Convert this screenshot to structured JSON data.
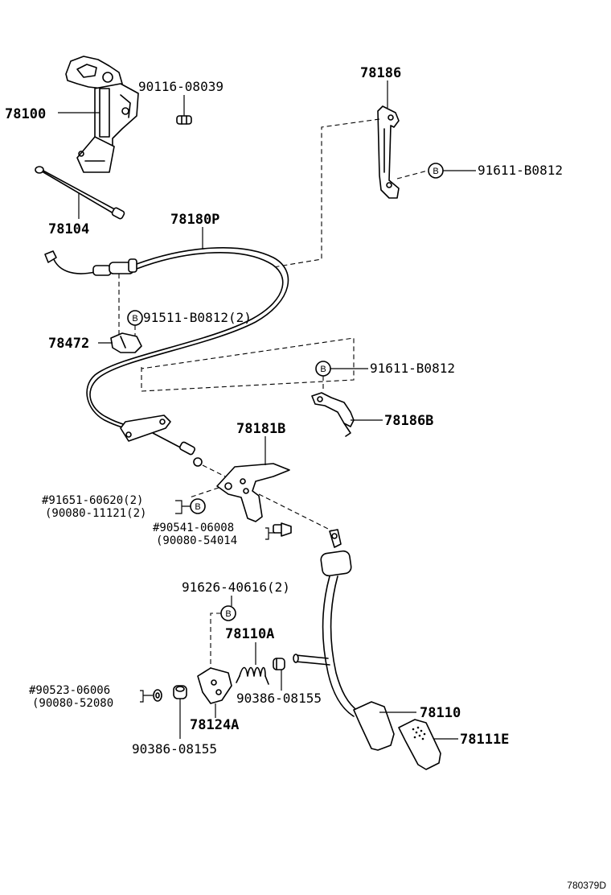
{
  "parts": {
    "p78100": "78100",
    "p90116": "90116-08039",
    "p78104": "78104",
    "p78186": "78186",
    "p91611_top": "91611-B0812",
    "p78180P": "78180P",
    "p91511": "91511-B0812(2)",
    "p78472": "78472",
    "p91611_mid": "91611-B0812",
    "p78186B": "78186B",
    "p78181B": "78181B",
    "p91651": "#91651-60620(2)",
    "p90080_11121": "(90080-11121(2)",
    "p90541": "#90541-06008",
    "p90080_54014": "(90080-54014",
    "p91626": "91626-40616(2)",
    "p78110A": "78110A",
    "p90523": "#90523-06006",
    "p90080_52080": "(90080-52080",
    "p90386_right": "90386-08155",
    "p78124A": "78124A",
    "p90386_bottom": "90386-08155",
    "p78110": "78110",
    "p78111E": "78111E"
  },
  "b_marker": "B",
  "diagram_code": "780379D"
}
